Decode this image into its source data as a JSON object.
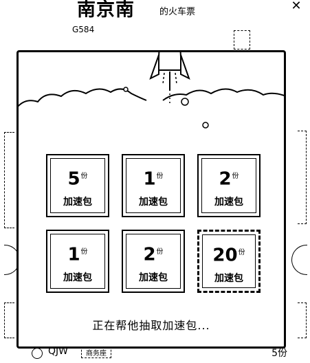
{
  "background": {
    "station": "南京南",
    "ticket_label": "的火车票",
    "train_no": "G584",
    "close_icon": "close-icon",
    "passenger": {
      "code": "QJW",
      "seat": "商务座",
      "count": "5份"
    }
  },
  "modal": {
    "rocket_icon": "rocket-lightning-icon",
    "status_text": "正在帮他抽取加速包...",
    "packs": [
      {
        "num": "5",
        "unit": "份",
        "label": "加速包",
        "selected": false
      },
      {
        "num": "1",
        "unit": "份",
        "label": "加速包",
        "selected": false
      },
      {
        "num": "2",
        "unit": "份",
        "label": "加速包",
        "selected": false
      },
      {
        "num": "1",
        "unit": "份",
        "label": "加速包",
        "selected": false
      },
      {
        "num": "2",
        "unit": "份",
        "label": "加速包",
        "selected": false
      },
      {
        "num": "20",
        "unit": "份",
        "label": "加速包",
        "selected": true
      }
    ]
  }
}
